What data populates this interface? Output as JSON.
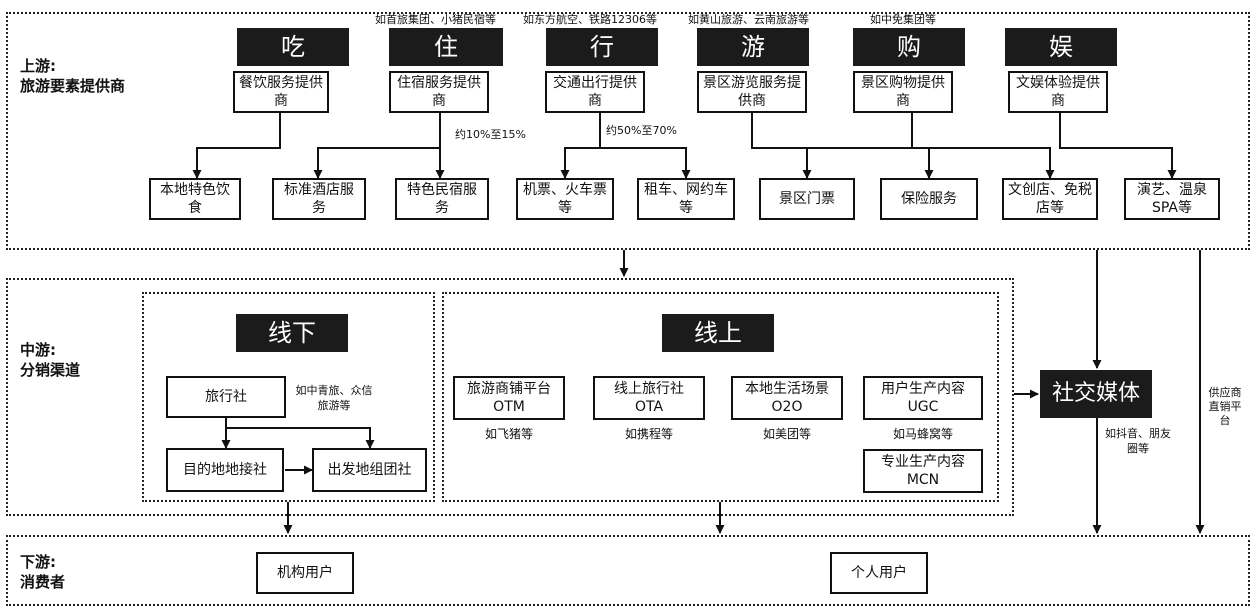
{
  "sections": {
    "upstream": {
      "line1": "上游:",
      "line2": "旅游要素提供商"
    },
    "midstream": {
      "line1": "中游:",
      "line2": "分销渠道"
    },
    "downstream": {
      "line1": "下游:",
      "line2": "消费者"
    }
  },
  "categories": [
    {
      "tag": "吃",
      "provider": "餐饮服务提供商",
      "note": ""
    },
    {
      "tag": "住",
      "provider": "住宿服务提供商",
      "note": "如首旅集团、小猪民宿等"
    },
    {
      "tag": "行",
      "provider": "交通出行提供商",
      "note": "如东方航空、铁路12306等"
    },
    {
      "tag": "游",
      "provider": "景区游览服务提供商",
      "note": "如黄山旅游、云南旅游等"
    },
    {
      "tag": "购",
      "provider": "景区购物提供商",
      "note": "如中免集团等"
    },
    {
      "tag": "娱",
      "provider": "文娱体验提供商",
      "note": ""
    }
  ],
  "shares": {
    "accommodation": "约10%至15%",
    "transport": "约50%至70%"
  },
  "products": [
    "本地特色饮食",
    "标准酒店服务",
    "特色民宿服务",
    "机票、火车票等",
    "租车、网约车等",
    "景区门票",
    "保险服务",
    "文创店、免税店等",
    "演艺、温泉SPA等"
  ],
  "offline": {
    "title": "线下",
    "travel_agency": "旅行社",
    "travel_agency_note": "如中青旅、众信旅游等",
    "local_agency": "目的地地接社",
    "origin_agency": "出发地组团社"
  },
  "online": {
    "title": "线上",
    "channels": [
      {
        "name": "旅游商铺平台 OTM",
        "note": "如飞猪等"
      },
      {
        "name": "线上旅行社 OTA",
        "note": "如携程等"
      },
      {
        "name": "本地生活场景 O2O",
        "note": "如美团等"
      },
      {
        "name": "用户生产内容 UGC",
        "note": "如马蜂窝等"
      }
    ],
    "pgc": "专业生产内容 MCN"
  },
  "social_media": {
    "label": "社交媒体",
    "note": "如抖音、朋友圈等"
  },
  "direct_sales": "供应商直销平台",
  "consumers": {
    "institutional": "机构用户",
    "individual": "个人用户"
  }
}
